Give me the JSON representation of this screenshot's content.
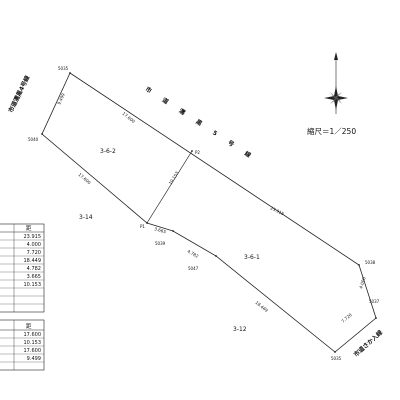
{
  "road_labels": {
    "left": "市道濡黒4号線",
    "top": "市道濡黒5号線",
    "right": "市道さか入線"
  },
  "scale_label": "縮尺＝1／250",
  "points": [
    {
      "id": "p_5035_top",
      "label": "5035"
    },
    {
      "id": "p_5040",
      "label": "5040"
    },
    {
      "id": "p_p2",
      "label": "P2"
    },
    {
      "id": "p_p1",
      "label": "P1"
    },
    {
      "id": "p_5039",
      "label": "5039"
    },
    {
      "id": "p_5038",
      "label": "5038"
    },
    {
      "id": "p_5037",
      "label": "5037"
    },
    {
      "id": "p_5035_bot",
      "label": "5035"
    },
    {
      "id": "p_5047",
      "label": "5047"
    }
  ],
  "dimensions": [
    {
      "id": "d_left",
      "text": "9.499"
    },
    {
      "id": "d_top_long",
      "text": "17.600"
    },
    {
      "id": "d_mid_left",
      "text": "17.600"
    },
    {
      "id": "d_p2p1",
      "text": "10.153"
    },
    {
      "id": "d_top_right",
      "text": "23.915"
    },
    {
      "id": "d_right",
      "text": "4.000"
    },
    {
      "id": "d_bot_right",
      "text": "7.720"
    },
    {
      "id": "d_p1_5039",
      "text": "3.665"
    },
    {
      "id": "d_5039_5047",
      "text": "4.782"
    },
    {
      "id": "d_5047_5035",
      "text": "18.449"
    }
  ],
  "parcels": [
    {
      "id": "parcel_362",
      "text": "3-6-2"
    },
    {
      "id": "parcel_361",
      "text": "3-6-1"
    },
    {
      "id": "parcel_314",
      "text": "3-14"
    },
    {
      "id": "parcel_312",
      "text": "3-12"
    }
  ],
  "table1": {
    "header": "距",
    "rows": [
      "23.915",
      "4.000",
      "7.720",
      "18.449",
      "4.782",
      "3.665",
      "10.153"
    ]
  },
  "table2": {
    "header": "距",
    "rows": [
      "17.600",
      "10.153",
      "17.600",
      "9.499"
    ]
  }
}
